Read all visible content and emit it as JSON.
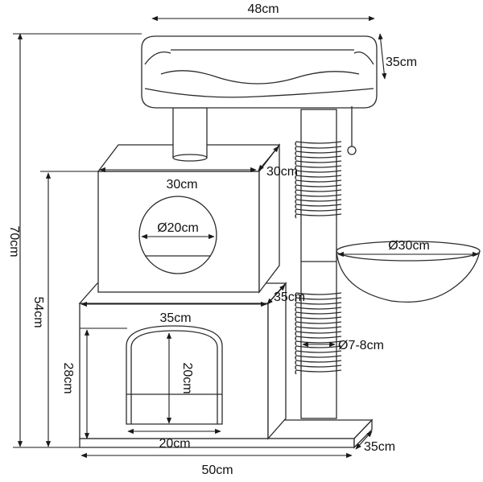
{
  "product_diagram": {
    "dimensions": {
      "total_width": "48cm",
      "top_depth": "35cm",
      "total_height": "70cm",
      "box_width": "30cm",
      "box_depth": "30cm",
      "hole_diameter": "Ø20cm",
      "height_to_box": "54cm",
      "bowl_diameter": "Ø30cm",
      "condo_depth": "35cm",
      "condo_width": "35cm",
      "condo_height": "28cm",
      "door_height": "20cm",
      "post_diameter": "Ø7-8cm",
      "door_width": "20cm",
      "base_width": "50cm",
      "base_depth": "35cm"
    }
  }
}
